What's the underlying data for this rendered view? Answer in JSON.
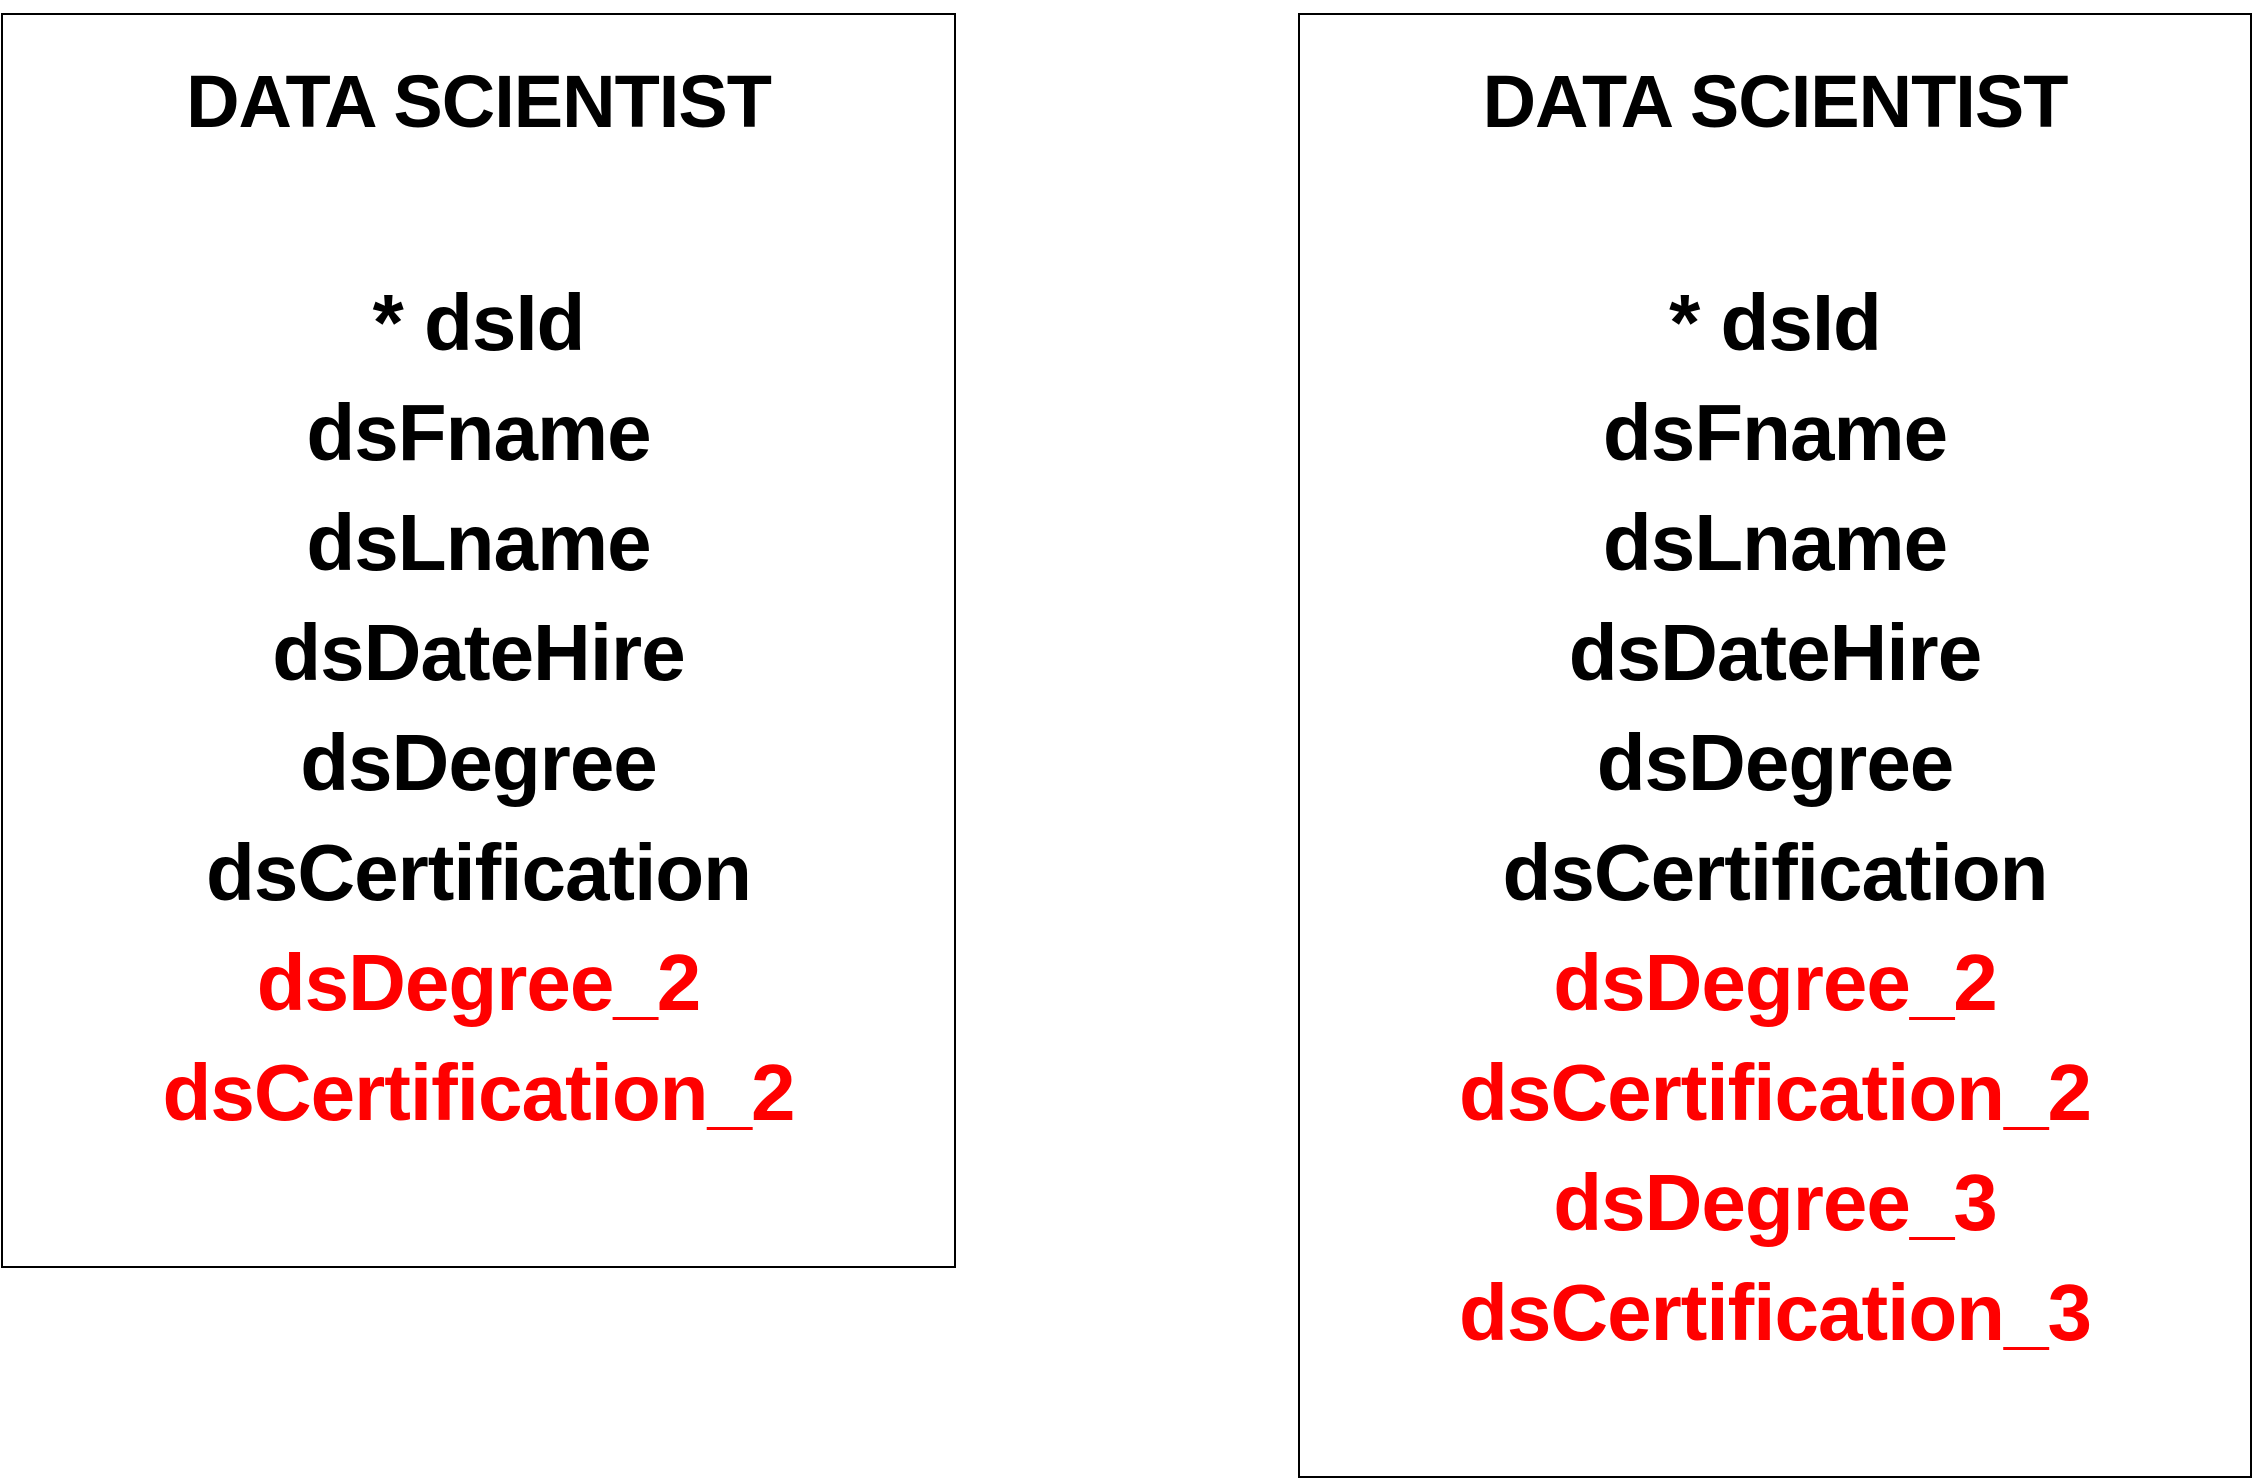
{
  "colors": {
    "original_attribute": "#000000",
    "added_attribute": "#ff0000",
    "border": "#000000"
  },
  "entities": [
    {
      "title": "DATA SCIENTIST",
      "attributes": [
        {
          "label": "* dsId",
          "added": false
        },
        {
          "label": "dsFname",
          "added": false
        },
        {
          "label": "dsLname",
          "added": false
        },
        {
          "label": "dsDateHire",
          "added": false
        },
        {
          "label": "dsDegree",
          "added": false
        },
        {
          "label": "dsCertification",
          "added": false
        },
        {
          "label": "dsDegree_2",
          "added": true
        },
        {
          "label": "dsCertification_2",
          "added": true
        }
      ]
    },
    {
      "title": "DATA SCIENTIST",
      "attributes": [
        {
          "label": "* dsId",
          "added": false
        },
        {
          "label": "dsFname",
          "added": false
        },
        {
          "label": "dsLname",
          "added": false
        },
        {
          "label": "dsDateHire",
          "added": false
        },
        {
          "label": "dsDegree",
          "added": false
        },
        {
          "label": "dsCertification",
          "added": false
        },
        {
          "label": "dsDegree_2",
          "added": true
        },
        {
          "label": "dsCertification_2",
          "added": true
        },
        {
          "label": "dsDegree_3",
          "added": true
        },
        {
          "label": "dsCertification_3",
          "added": true
        }
      ]
    }
  ]
}
